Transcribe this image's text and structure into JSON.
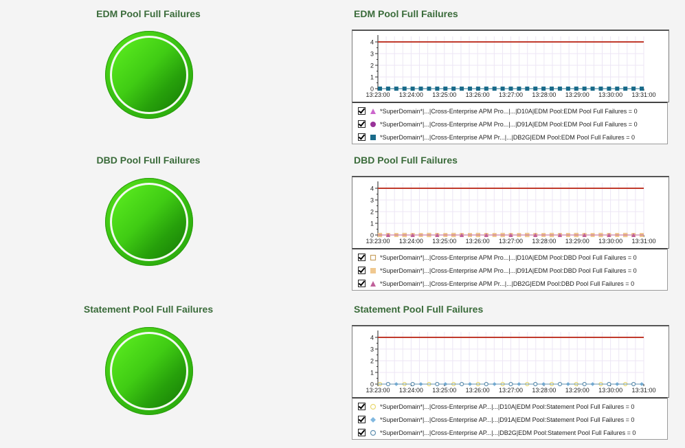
{
  "sections": [
    {
      "id": "edm",
      "left_title": "EDM Pool Full Failures",
      "right_title": "EDM Pool Full Failures",
      "chart_data": {
        "type": "line",
        "x": [
          "13:23:00",
          "13:24:00",
          "13:25:00",
          "13:26:00",
          "13:27:00",
          "13:28:00",
          "13:29:00",
          "13:30:00",
          "13:31:00"
        ],
        "y_ticks": [
          "0",
          "1",
          "2",
          "3",
          "4"
        ],
        "ylim": [
          0,
          4
        ],
        "threshold": 4,
        "threshold_color": "#c0392b",
        "series": [
          {
            "name": "*SuperDomain*|...|Cross-Enterprise APM Pro...|...|D10A|EDM Pool:EDM Pool Full Failures = 0",
            "marker": "triangle",
            "color": "#cc66cc",
            "value": 0
          },
          {
            "name": "*SuperDomain*|...|Cross-Enterprise APM Pro...|...|D91A|EDM Pool:EDM Pool Full Failures = 0",
            "marker": "circle",
            "color": "#993399",
            "value": 0
          },
          {
            "name": "*SuperDomain*|...|Cross-Enterprise APM Pr...|...|DB2G|EDM Pool:EDM Pool Full Failures = 0",
            "marker": "square",
            "color": "#1a6b8a",
            "value": 0
          }
        ]
      }
    },
    {
      "id": "dbd",
      "left_title": "DBD Pool Full Failures",
      "right_title": "DBD Pool Full Failures",
      "chart_data": {
        "type": "line",
        "x": [
          "13:23:00",
          "13:24:00",
          "13:25:00",
          "13:26:00",
          "13:27:00",
          "13:28:00",
          "13:29:00",
          "13:30:00",
          "13:31:00"
        ],
        "y_ticks": [
          "0",
          "1",
          "2",
          "3",
          "4"
        ],
        "ylim": [
          0,
          4
        ],
        "threshold": 4,
        "threshold_color": "#c0392b",
        "series": [
          {
            "name": "*SuperDomain*|...|Cross-Enterprise APM Pro...|...|D10A|EDM Pool:DBD Pool Full Failures = 0",
            "marker": "square-open",
            "color": "#c8a060",
            "value": 0
          },
          {
            "name": "*SuperDomain*|...|Cross-Enterprise APM Pro...|...|D91A|EDM Pool:DBD Pool Full Failures = 0",
            "marker": "square",
            "color": "#f0c890",
            "value": 0
          },
          {
            "name": "*SuperDomain*|...|Cross-Enterprise APM Pr...|...|DB2G|EDM Pool:DBD Pool Full Failures = 0",
            "marker": "triangle",
            "color": "#c0609a",
            "value": 0
          }
        ]
      }
    },
    {
      "id": "statement",
      "left_title": "Statement Pool Full Failures",
      "right_title": "Statement Pool Full Failures",
      "chart_data": {
        "type": "line",
        "x": [
          "13:23:00",
          "13:24:00",
          "13:25:00",
          "13:26:00",
          "13:27:00",
          "13:28:00",
          "13:29:00",
          "13:30:00",
          "13:31:00"
        ],
        "y_ticks": [
          "0",
          "1",
          "2",
          "3",
          "4"
        ],
        "ylim": [
          0,
          4
        ],
        "threshold": 4,
        "threshold_color": "#c0392b",
        "series": [
          {
            "name": "*SuperDomain*|...|Cross-Enterprise AP...|...|D10A|EDM Pool:Statement Pool Full Failures = 0",
            "marker": "circle-open",
            "color": "#e8d870",
            "value": 0
          },
          {
            "name": "*SuperDomain*|...|Cross-Enterprise AP...|...|D91A|EDM Pool:Statement Pool Full Failures = 0",
            "marker": "diamond",
            "color": "#80b8e0",
            "value": 0
          },
          {
            "name": "*SuperDomain*|...|Cross-Enterprise AP...|...|DB2G|EDM Pool:Statement Pool Full Failures = 0",
            "marker": "circle-open",
            "color": "#6090b0",
            "value": 0
          }
        ]
      }
    }
  ],
  "status": {
    "color": "#38c012",
    "state": "ok"
  }
}
